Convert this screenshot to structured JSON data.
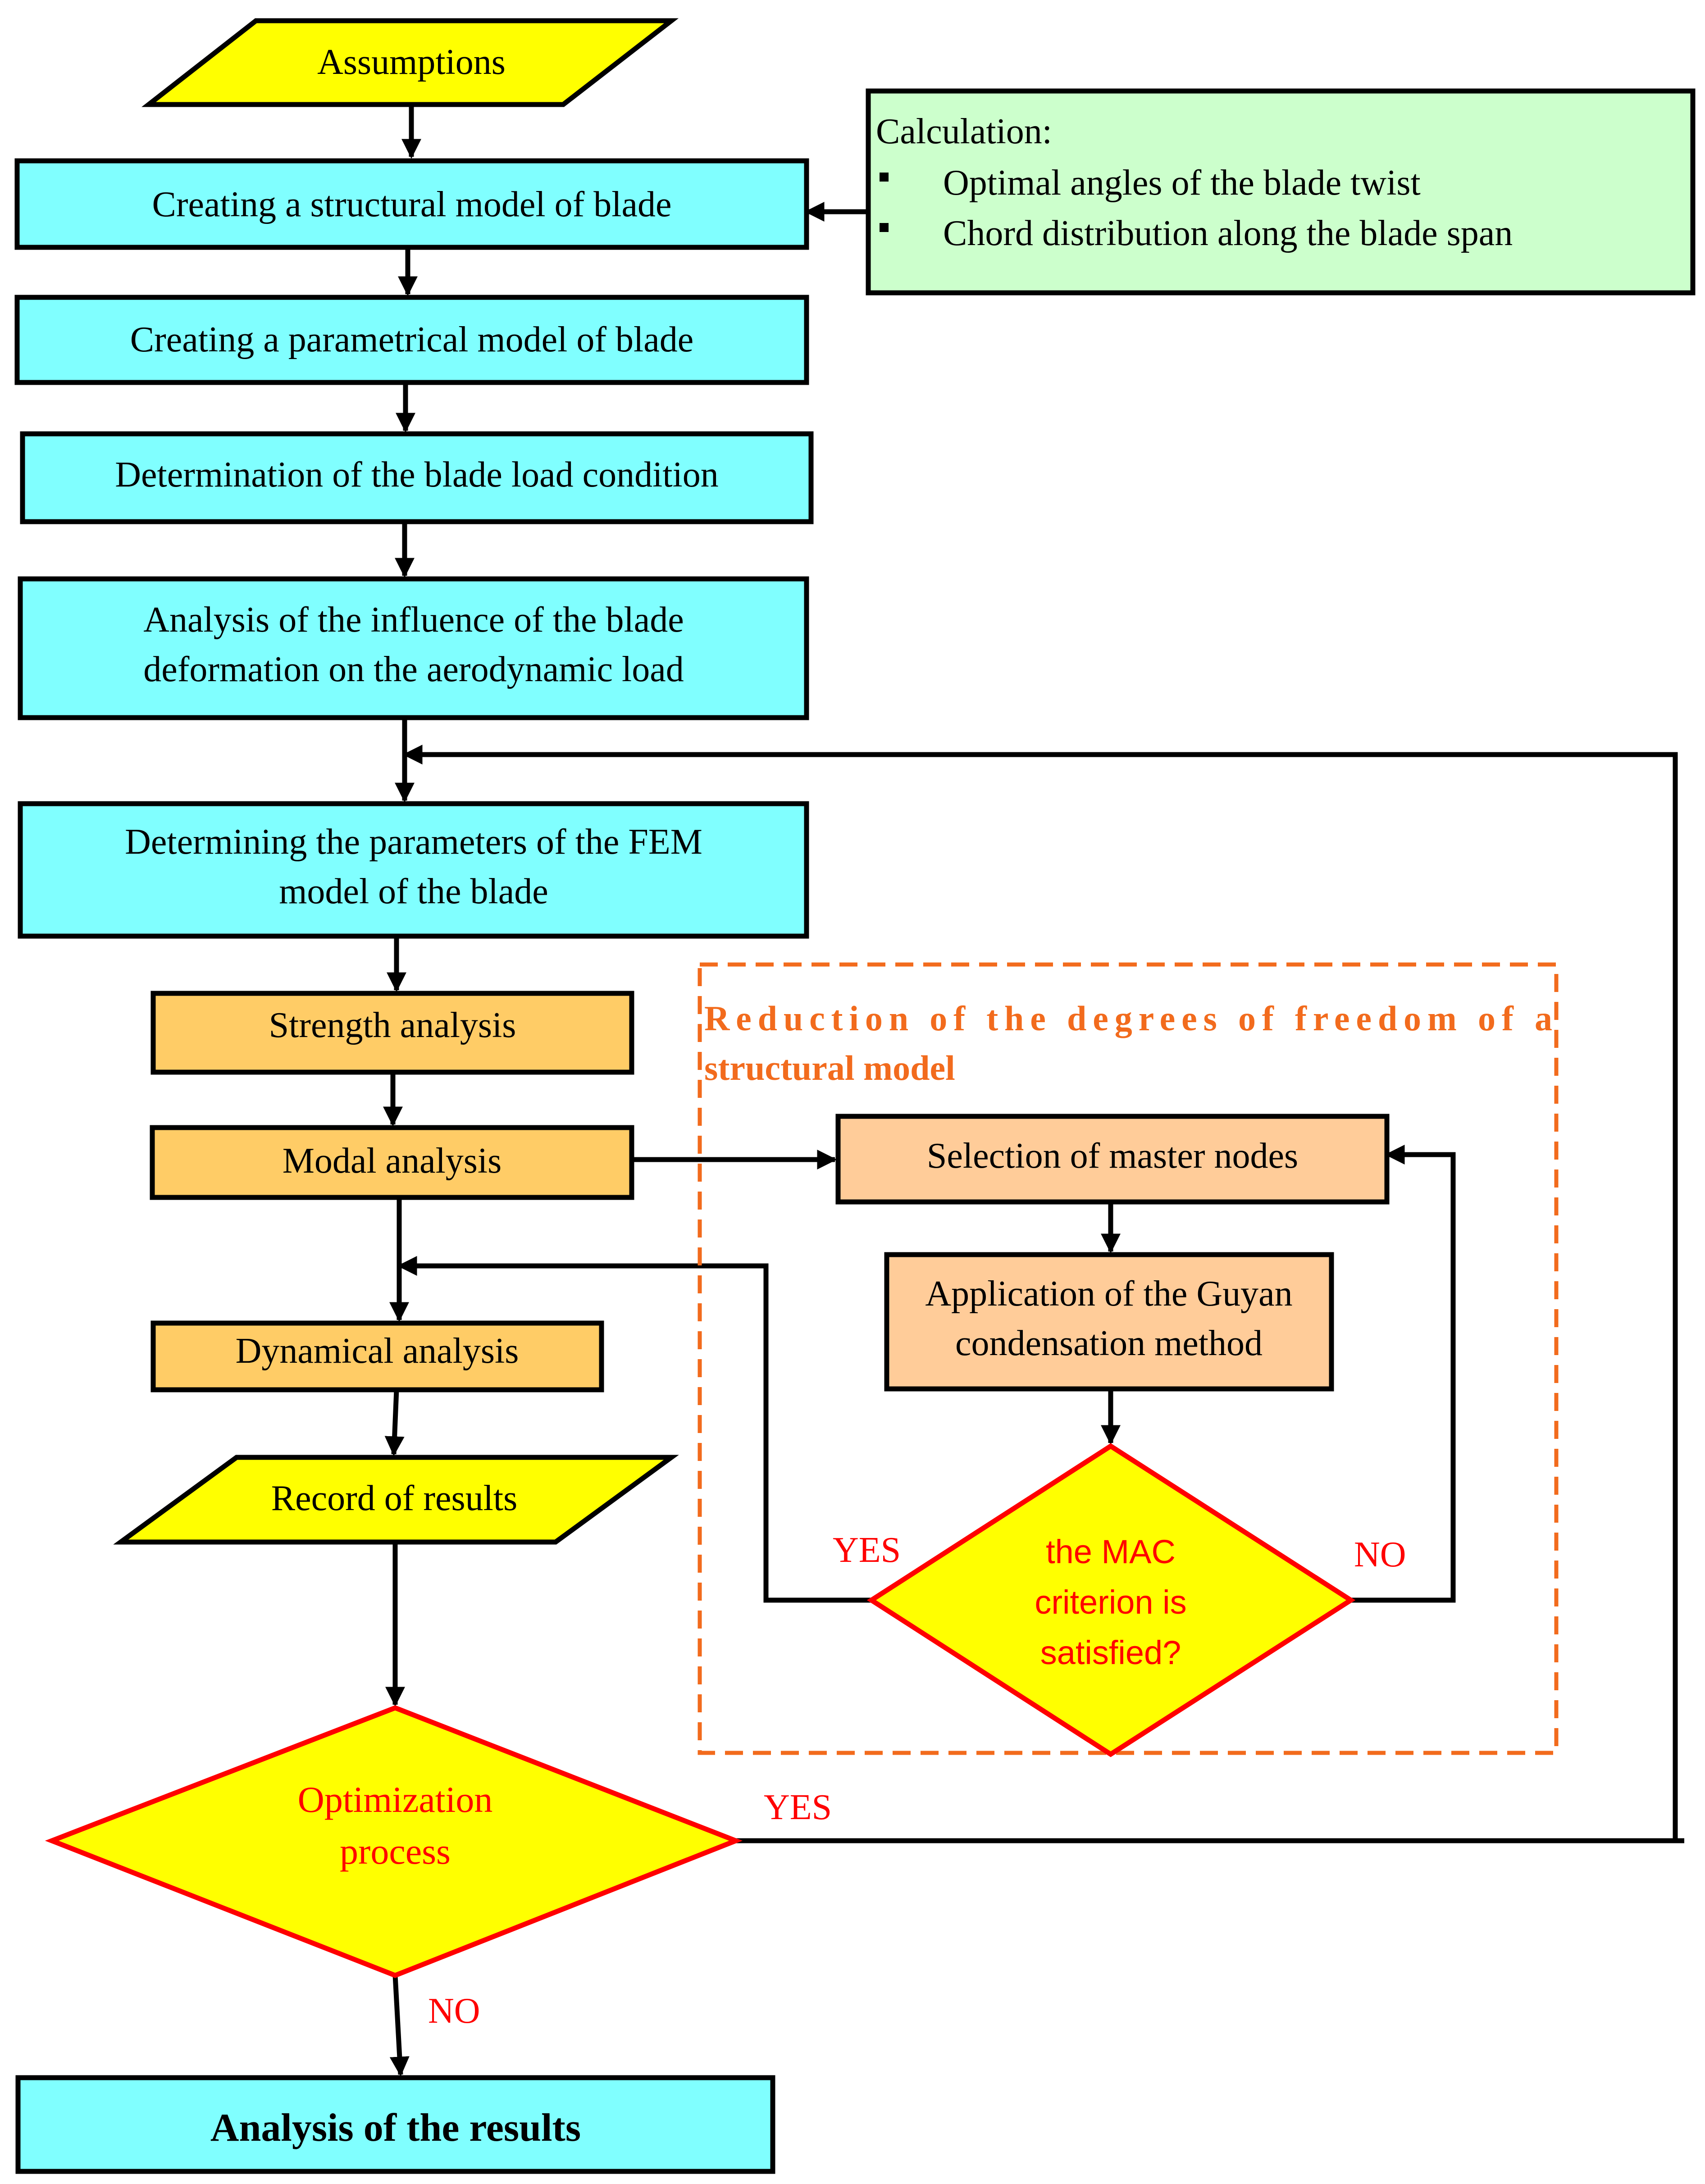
{
  "nodes": {
    "assumptions": "Assumptions",
    "structural_model": "Creating a structural model of blade",
    "parametrical_model": "Creating a parametrical model of blade",
    "load_condition": "Determination of the blade load condition",
    "influence_line1": "Analysis of the influence of the blade",
    "influence_line2": "deformation on the aerodynamic load",
    "fem_line1": "Determining the parameters of the FEM",
    "fem_line2": "model of the blade",
    "strength": "Strength analysis",
    "modal": "Modal analysis",
    "dynamical": "Dynamical analysis",
    "record": "Record of results",
    "optimization_line1": "Optimization",
    "optimization_line2": "process",
    "results": "Analysis of the results"
  },
  "calculation": {
    "title": "Calculation:",
    "items": [
      "Optimal angles of the blade twist",
      "Chord distribution along the blade span"
    ]
  },
  "reduction": {
    "title_line1": "Reduction of the degrees of freedom of a",
    "title_line2": "structural model",
    "master_nodes": "Selection of master nodes",
    "guyan_line1": "Application of the Guyan",
    "guyan_line2": "condensation method",
    "mac_line1": "the MAC",
    "mac_line2": "criterion is",
    "mac_line3": "satisfied?"
  },
  "labels": {
    "mac_yes": "YES",
    "mac_no": "NO",
    "opt_yes": "YES",
    "opt_no": "NO"
  },
  "colors": {
    "cyan": "#80FFFF",
    "yellow": "#FFFF00",
    "orange": "#FFCC66",
    "peach": "#FFCC99",
    "green": "#CCFFCC",
    "red": "#FF0000",
    "dash_orange": "#F26B1D",
    "black": "#000000"
  }
}
